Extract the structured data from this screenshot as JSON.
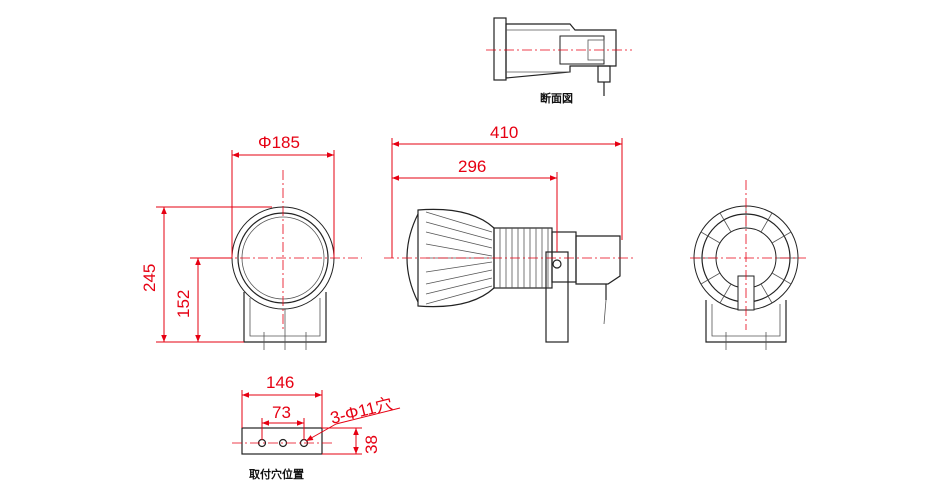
{
  "colors": {
    "dimension": "#e60012",
    "outline": "#222222",
    "background": "#ffffff"
  },
  "labels": {
    "section_view": "断面図",
    "mount_holes_position": "取付穴位置"
  },
  "dimensions": {
    "front_diameter": "Φ185",
    "front_total_height": "245",
    "front_center_height": "152",
    "side_total_length": "410",
    "side_partial_length": "296",
    "base_width": "146",
    "hole_pitch": "73",
    "hole_spec": "3-Φ11穴",
    "base_depth": "38"
  }
}
